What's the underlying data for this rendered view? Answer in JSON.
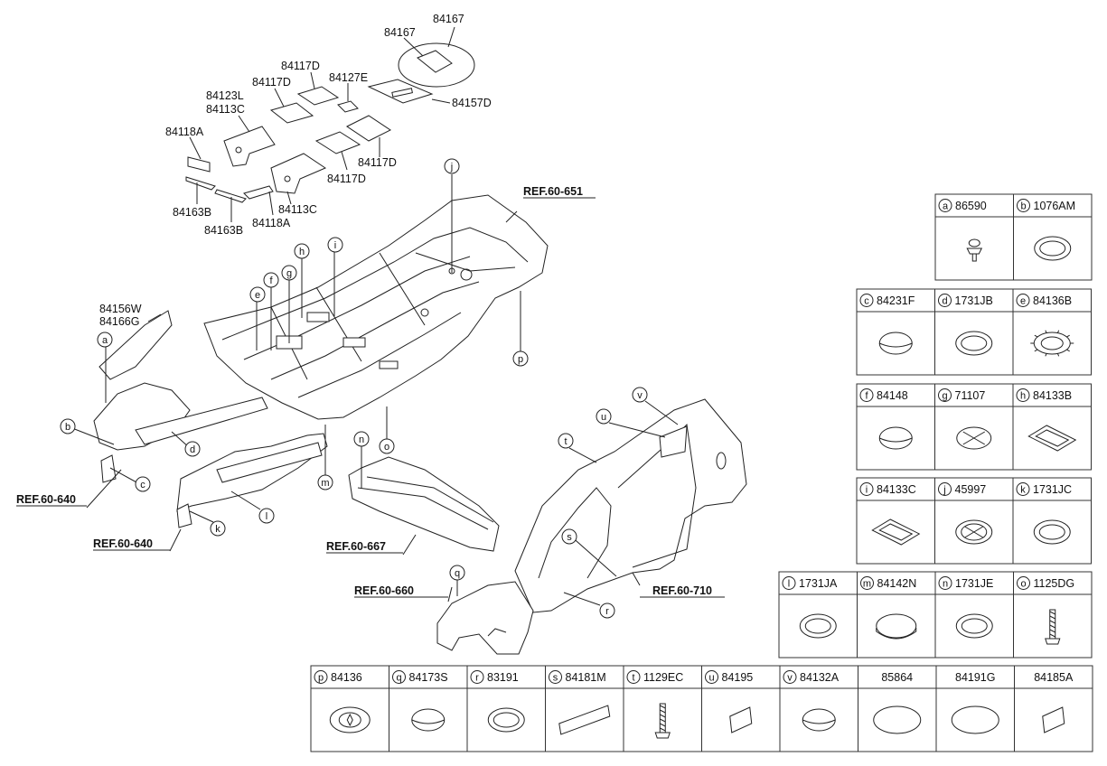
{
  "pad_labels": {
    "l1": "84167",
    "l2": "84167",
    "l3": "84117D",
    "l4": "84117D",
    "l5": "84127E",
    "l6": "84123L",
    "l7": "84113C",
    "l8": "84157D",
    "l9": "84118A",
    "l10": "84117D",
    "l11": "84117D",
    "l12": "84113C",
    "l13": "84163B",
    "l14": "84163B",
    "l15": "84118A"
  },
  "part_labels": {
    "p1": "84156W",
    "p2": "84166G"
  },
  "refs": {
    "r651": "REF.60-651",
    "r640a": "REF.60-640",
    "r640b": "REF.60-640",
    "r667": "REF.60-667",
    "r660": "REF.60-660",
    "r710": "REF.60-710"
  },
  "callouts": [
    "a",
    "b",
    "c",
    "d",
    "e",
    "f",
    "g",
    "h",
    "i",
    "j",
    "k",
    "l",
    "m",
    "n",
    "o",
    "p",
    "q",
    "r",
    "s",
    "t",
    "u",
    "v"
  ],
  "table": {
    "cells": [
      {
        "letter": "a",
        "part": "86590"
      },
      {
        "letter": "b",
        "part": "1076AM"
      },
      {
        "letter": "c",
        "part": "84231F"
      },
      {
        "letter": "d",
        "part": "1731JB"
      },
      {
        "letter": "e",
        "part": "84136B"
      },
      {
        "letter": "f",
        "part": "84148"
      },
      {
        "letter": "g",
        "part": "71107"
      },
      {
        "letter": "h",
        "part": "84133B"
      },
      {
        "letter": "i",
        "part": "84133C"
      },
      {
        "letter": "j",
        "part": "45997"
      },
      {
        "letter": "k",
        "part": "1731JC"
      },
      {
        "letter": "l",
        "part": "1731JA"
      },
      {
        "letter": "m",
        "part": "84142N"
      },
      {
        "letter": "n",
        "part": "1731JE"
      },
      {
        "letter": "o",
        "part": "1125DG"
      },
      {
        "letter": "p",
        "part": "84136"
      },
      {
        "letter": "q",
        "part": "84173S"
      },
      {
        "letter": "r",
        "part": "83191"
      },
      {
        "letter": "s",
        "part": "84181M"
      },
      {
        "letter": "t",
        "part": "1129EC"
      },
      {
        "letter": "u",
        "part": "84195"
      },
      {
        "letter": "v",
        "part": "84132A"
      },
      {
        "letter": "",
        "part": "85864"
      },
      {
        "letter": "",
        "part": "84191G"
      },
      {
        "letter": "",
        "part": "84185A"
      }
    ]
  }
}
